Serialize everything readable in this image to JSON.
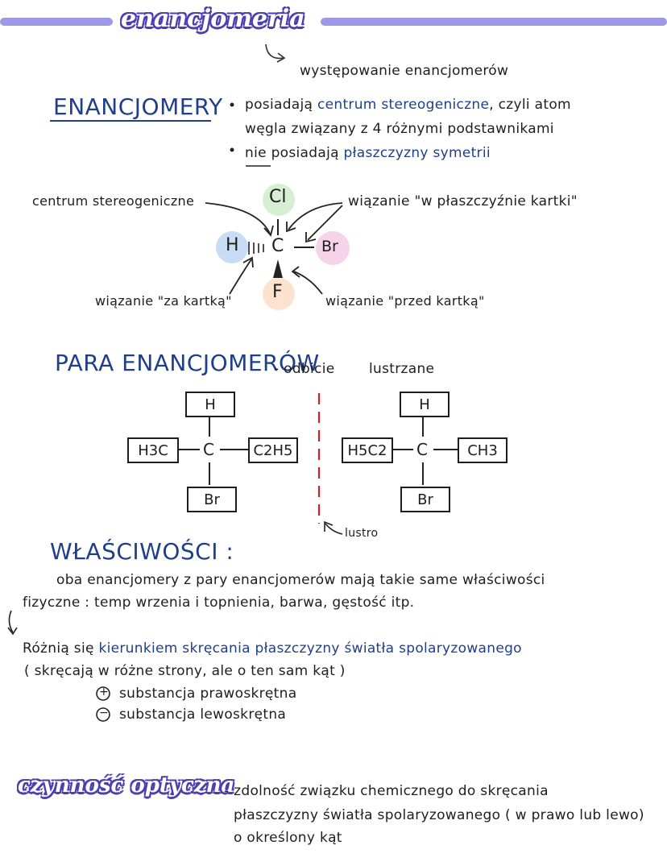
{
  "title": "enancjomeria",
  "subtitle_arrow_text": "występowanie enancjomerów",
  "enancjomery": {
    "heading": "ENANCJOMERY",
    "bullet1_prefix": "posiadają",
    "bullet1_highlight": "centrum stereogeniczne",
    "bullet1_suffix": ", czyli atom",
    "bullet1_line2": "węgla związany z 4 różnymi podstawnikami",
    "bullet2_neg": "nie",
    "bullet2_mid": "posiadają",
    "bullet2_highlight": "płaszczyzny symetrii"
  },
  "molecule": {
    "top": "Cl",
    "left": "H",
    "center": "C",
    "right": "Br",
    "bottom": "F",
    "label_stereo": "centrum stereogeniczne",
    "label_in_plane": "wiązanie \"w płaszczyźnie kartki\"",
    "label_behind": "wiązanie \"za kartką\"",
    "label_front": "wiązanie \"przed kartką\"",
    "colors": {
      "top": "#d6efd2",
      "left": "#c8dcf4",
      "right": "#f5d3e8",
      "bottom": "#fde3cf"
    }
  },
  "para": {
    "heading": "PARA ENANCJOMERÓW",
    "dash_text": "- odbicie",
    "mirror_text": "lustrzane",
    "mirror_label": "lustro",
    "left_molecule": {
      "top": "H",
      "left": "H3C",
      "center": "C",
      "right": "C2H5",
      "bottom": "Br"
    },
    "right_molecule": {
      "top": "H",
      "left": "H5C2",
      "center": "C",
      "right": "CH3",
      "bottom": "Br"
    }
  },
  "wlasciwosci": {
    "heading": "WŁAŚCIWOŚCI :",
    "line1": "oba enancjomery z pary enancjomerów mają takie same właściwości",
    "line2": "fizyczne : temp wrzenia i topnienia, barwa, gęstość itp.",
    "line3_prefix": "Różnią się",
    "line3_highlight": "kierunkiem skręcania płaszczyzny światła spolaryzowanego",
    "line4": "( skręcają w różne strony, ale o ten sam kąt )",
    "plus_symbol": "+",
    "plus_text": "substancja prawoskrętna",
    "minus_symbol": "−",
    "minus_text": "substancja lewoskrętna"
  },
  "czynnosc": {
    "title": "czynność optyczna",
    "line1": "- zdolność związku chemicznego do skręcania",
    "line2": "płaszczyzny światła spolaryzowanego ( w prawo lub lewo)",
    "line3": "o określony kąt"
  }
}
